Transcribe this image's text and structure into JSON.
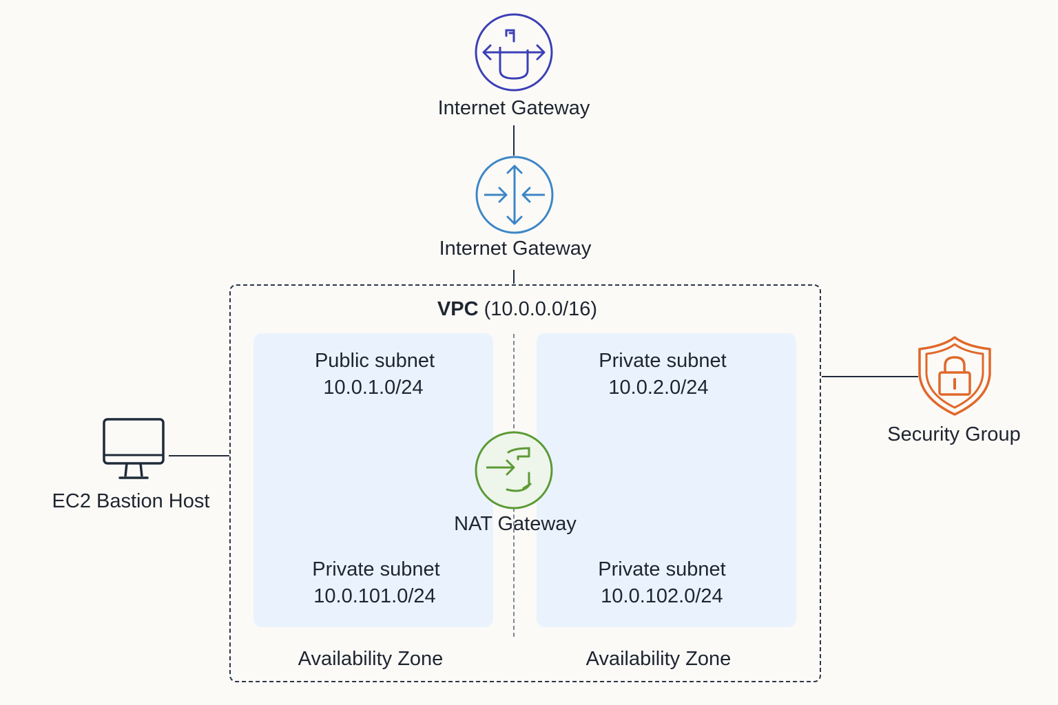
{
  "nodes": {
    "internet_gateway_top": {
      "label": "Internet Gateway",
      "icon": "internet-gateway-icon",
      "color": "#3b3fb6"
    },
    "internet_gateway_router": {
      "label": "Internet Gateway",
      "icon": "router-icon",
      "color": "#3d86c6"
    },
    "nat_gateway": {
      "label": "NAT Gateway",
      "icon": "nat-gateway-icon",
      "color": "#5c9a35"
    },
    "ec2_bastion": {
      "label": "EC2 Bastion Host",
      "icon": "monitor-icon",
      "color": "#1f2a3a"
    },
    "security_group": {
      "label": "Security Group",
      "icon": "shield-lock-icon",
      "color": "#e0682a"
    }
  },
  "vpc": {
    "title_bold": "VPC",
    "title_cidr": "(10.0.0.0/16)"
  },
  "subnets": {
    "public_1": {
      "name": "Public subnet",
      "cidr": "10.0.1.0/24"
    },
    "private_2": {
      "name": "Private subnet",
      "cidr": "10.0.2.0/24"
    },
    "private_101": {
      "name": "Private subnet",
      "cidr": "10.0.101.0/24"
    },
    "private_102": {
      "name": "Private subnet",
      "cidr": "10.0.102.0/24"
    }
  },
  "availability_zones": [
    {
      "label": "Availability Zone"
    },
    {
      "label": "Availability Zone"
    }
  ],
  "colors": {
    "panel_fill": "#eaf3fd",
    "line": "#1f2a3a",
    "background": "#fbfaf7"
  }
}
